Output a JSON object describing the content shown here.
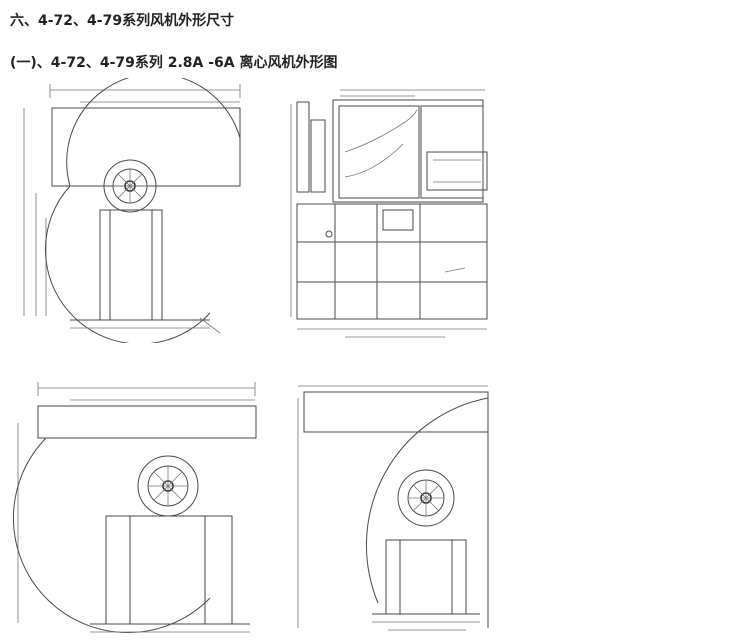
{
  "section_title": "六、4-72、4-79系列风机外形尺寸",
  "subsection_title": "(一)、4-72、4-79系列 2.8A -6A 离心风机外形图",
  "figures": [
    {
      "id": "fig-top-left",
      "description_key": "side-view"
    },
    {
      "id": "fig-top-right",
      "description_key": "front-view"
    },
    {
      "id": "fig-bottom-left",
      "description_key": "side-view-variant"
    },
    {
      "id": "fig-bottom-right",
      "description_key": "side-view-variant-2"
    }
  ]
}
